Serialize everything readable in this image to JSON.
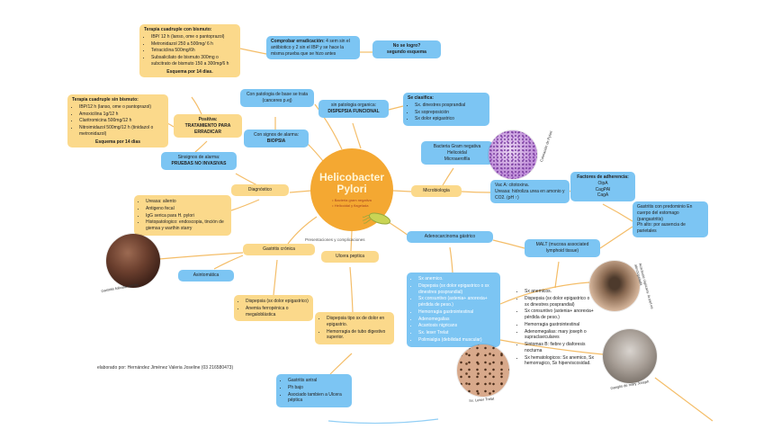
{
  "colors": {
    "accent_orange": "#F4A832",
    "box_yellow": "#FBD98B",
    "box_blue": "#7CC5F3"
  },
  "center": {
    "title": "Helicobacter Pylori",
    "bullets": [
      "Bacteria gram negativa",
      "Helicoidal y flagelada"
    ],
    "sub_label": "Presentaciones y complicaciones"
  },
  "nodes": {
    "therapy_bismuth": {
      "title": "Terapia cuadruple con bismuto:",
      "bullets": [
        "IBP/ 12 h (lanso, ome o pantoprazol)",
        "Metronidazol 250 a 500mg/ 6 h",
        "Tetraciclina 500mg/6h",
        "Subsalicilato de bismuto 300mg o subcitrato de bismuto 150 a 300mg/6 h"
      ],
      "footer": "Esquema por 14 dias."
    },
    "comprobar": {
      "title": "Comprobar erradicación:",
      "body": "4 sem sin el antibiotico y 2 sin el IBP y se hace la misma prueba que se hizo antes"
    },
    "no_logro": {
      "title": "No se logro?",
      "body": "segundo esquema"
    },
    "therapy_no_bismuth": {
      "title": "Terapia cuadruple sin bismuto:",
      "bullets": [
        "IBP/12 h (lanso, ome o pantoprazol)",
        "Amoxicilina 1g/12 h",
        "Claritromicina 500mg/12 h",
        "Nitroimidazol 500mg/12 h (tinidazol o metronidazol)"
      ],
      "footer": "Esquema por 14 dias"
    },
    "positiva": {
      "title": "Positiva:",
      "body": "TRATAMIENTO PARA ERRADICAR"
    },
    "con_patologia": {
      "body": "Con patologia de base se trata (canceres p.ej)"
    },
    "sin_patologia": {
      "title": "sin patologia organica:",
      "body": "DISPEPSIA FUNCIONAL"
    },
    "se_clasifica": {
      "title": "Se clasifica:",
      "bullets": [
        "Sx. dinestres posprandial",
        "Sx sopreposición",
        "Sx dolor epigastrico"
      ]
    },
    "con_signos": {
      "title": "Con signos de alarma:",
      "body": "BIOPSIA"
    },
    "sin_signos": {
      "title": "Sinsignos de alarma:",
      "body": "PRUEBAS NO INVASIVAS"
    },
    "diagnostico": {
      "body": "Diagnóstico"
    },
    "pruebas": {
      "bullets": [
        "Ureasa: aliento",
        "Antigeno fecal",
        "IgG serica para H. pylori",
        "Histopatologico: endoscopia, tinción de giemsa y warthin starry"
      ]
    },
    "microbiologia": {
      "body": "Microbiologia"
    },
    "gram": {
      "body": "Bacteria Gram negativa\nHelicoidal\nMicroaerofila"
    },
    "vaca": {
      "body": "Vac A: citotoxina.\nUreasa: hidroliza urea en amonio y CO2. (pH ↑)"
    },
    "adherencia": {
      "title": "Factores de adherencia:",
      "body": "OipA\nCagPAI\nCagA"
    },
    "pangastritis": {
      "body": "Gastritis con predominio En cuerpo del estomago (pangastritis)\nPh alto: por ausencia de parietales"
    },
    "adenocarcinoma": {
      "body": "Adenocarcinoma gástrico"
    },
    "malt": {
      "body": "MALT (mucosa associated lymphoid tissue)"
    },
    "gastritis_cronica": {
      "body": "Gastritis crónica"
    },
    "ulcera": {
      "body": "Ulcera peptica"
    },
    "asintomatica": {
      "body": "Asintomática"
    },
    "gastritis_sintomas": {
      "bullets": [
        "Dispepsia (sx dolor epigastrico)",
        "Anemia ferropénica o megaloblástica"
      ]
    },
    "ulcera_sintomas": {
      "bullets": [
        "Dispepsia tipo sx de dolor en epigastrio.",
        "Hemorragia de tubo digestivo superior."
      ]
    },
    "adeno_sintomas": {
      "bullets": [
        "Sx anemico.",
        "Dispepsia (sx dolor epigastrico o sx dinestres posprandial)",
        "Sx consuntivo (astenia+ anorexia+ pérdida de peso.)",
        "Hemorragia gastrointestinal",
        "Adenomegalias",
        "Acantosis nigricans",
        "Sx. leser Trelat",
        "Polimialgia (debilidad muscular)"
      ]
    },
    "malt_sintomas": {
      "bullets": [
        "Sx anemicos.",
        "Dispepsia (sx dolor epigastrico o sx dinestres posprandial)",
        "Sx consuntivo (astenia+ anorexia+ pérdida de peso.)",
        "Hemorragia gastrointestinal",
        "Adenomegalias: mary joseph o supraclaviculares",
        "Sintomas B: fiebre y diaforesis nocturna",
        "Sx hematologicos: Sx anemico, Sx hemorragico, Sx hiperviscosidad."
      ]
    },
    "gastritis_antral": {
      "bullets": [
        "Gastritis antral",
        "Ph bajo",
        "Asociado tambien a Ulcera péptica"
      ]
    }
  },
  "images": {
    "endoscopy_label": "Gastritis folicular atrofia",
    "histology_label": "Coloración de Pylori",
    "leser_label": "Sx. Leser Trelat",
    "acantosis_label": "Acantosis nigricans: la piel es aterciopelada",
    "ganglio_label": "Ganglio de mary Joseph"
  },
  "footer": {
    "credit": "elaborado por: Hernández Jiménez Valeria Joseline (03 216580473)"
  }
}
